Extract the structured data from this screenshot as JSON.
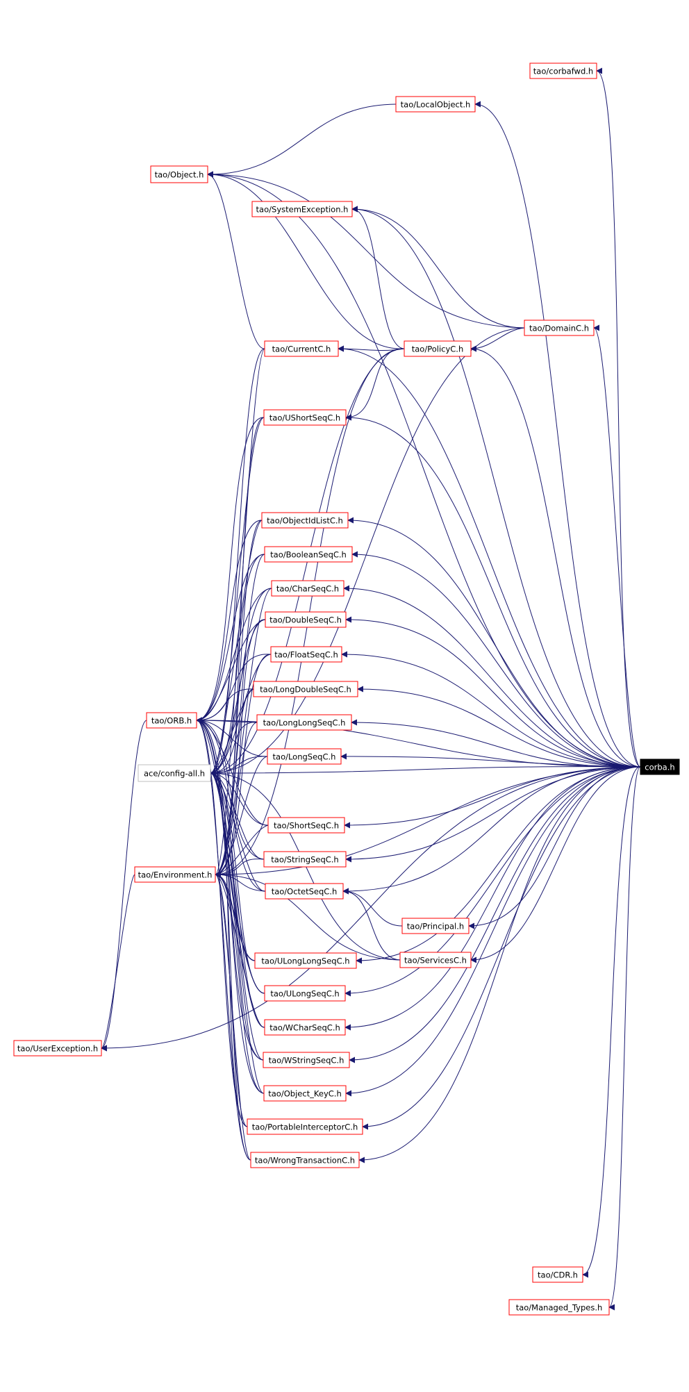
{
  "graph": {
    "root": "corba.h",
    "nodes": [
      {
        "id": "corbafwd",
        "label": "tao/corbafwd.h"
      },
      {
        "id": "localobj",
        "label": "tao/LocalObject.h"
      },
      {
        "id": "object",
        "label": "tao/Object.h"
      },
      {
        "id": "sysexc",
        "label": "tao/SystemException.h"
      },
      {
        "id": "domainc",
        "label": "tao/DomainC.h"
      },
      {
        "id": "currentc",
        "label": "tao/CurrentC.h"
      },
      {
        "id": "policyc",
        "label": "tao/PolicyC.h"
      },
      {
        "id": "ushort",
        "label": "tao/UShortSeqC.h"
      },
      {
        "id": "objidlist",
        "label": "tao/ObjectIdListC.h"
      },
      {
        "id": "boolean",
        "label": "tao/BooleanSeqC.h"
      },
      {
        "id": "char",
        "label": "tao/CharSeqC.h"
      },
      {
        "id": "double",
        "label": "tao/DoubleSeqC.h"
      },
      {
        "id": "float",
        "label": "tao/FloatSeqC.h"
      },
      {
        "id": "longdouble",
        "label": "tao/LongDoubleSeqC.h"
      },
      {
        "id": "orb",
        "label": "tao/ORB.h"
      },
      {
        "id": "longlong",
        "label": "tao/LongLongSeqC.h"
      },
      {
        "id": "long",
        "label": "tao/LongSeqC.h"
      },
      {
        "id": "config",
        "label": "ace/config-all.h"
      },
      {
        "id": "corba",
        "label": "corba.h"
      },
      {
        "id": "short",
        "label": "tao/ShortSeqC.h"
      },
      {
        "id": "string",
        "label": "tao/StringSeqC.h"
      },
      {
        "id": "env",
        "label": "tao/Environment.h"
      },
      {
        "id": "octet",
        "label": "tao/OctetSeqC.h"
      },
      {
        "id": "principal",
        "label": "tao/Principal.h"
      },
      {
        "id": "ulonglong",
        "label": "tao/ULongLongSeqC.h"
      },
      {
        "id": "services",
        "label": "tao/ServicesC.h"
      },
      {
        "id": "ulong",
        "label": "tao/ULongSeqC.h"
      },
      {
        "id": "wchar",
        "label": "tao/WCharSeqC.h"
      },
      {
        "id": "userexc",
        "label": "tao/UserException.h"
      },
      {
        "id": "wstring",
        "label": "tao/WStringSeqC.h"
      },
      {
        "id": "objkey",
        "label": "tao/Object_KeyC.h"
      },
      {
        "id": "portable",
        "label": "tao/PortableInterceptorC.h"
      },
      {
        "id": "wrongtx",
        "label": "tao/WrongTransactionC.h"
      },
      {
        "id": "cdr",
        "label": "tao/CDR.h"
      },
      {
        "id": "managed",
        "label": "tao/Managed_Types.h"
      }
    ],
    "edges": [
      [
        "corba",
        "corbafwd"
      ],
      [
        "corba",
        "localobj"
      ],
      [
        "corba",
        "object"
      ],
      [
        "corba",
        "sysexc"
      ],
      [
        "corba",
        "domainc"
      ],
      [
        "corba",
        "currentc"
      ],
      [
        "corba",
        "policyc"
      ],
      [
        "corba",
        "ushort"
      ],
      [
        "corba",
        "objidlist"
      ],
      [
        "corba",
        "boolean"
      ],
      [
        "corba",
        "char"
      ],
      [
        "corba",
        "double"
      ],
      [
        "corba",
        "float"
      ],
      [
        "corba",
        "longdouble"
      ],
      [
        "corba",
        "orb"
      ],
      [
        "corba",
        "longlong"
      ],
      [
        "corba",
        "long"
      ],
      [
        "corba",
        "config"
      ],
      [
        "corba",
        "short"
      ],
      [
        "corba",
        "string"
      ],
      [
        "corba",
        "env"
      ],
      [
        "corba",
        "octet"
      ],
      [
        "corba",
        "principal"
      ],
      [
        "corba",
        "ulonglong"
      ],
      [
        "corba",
        "services"
      ],
      [
        "corba",
        "ulong"
      ],
      [
        "corba",
        "wchar"
      ],
      [
        "corba",
        "userexc"
      ],
      [
        "corba",
        "wstring"
      ],
      [
        "corba",
        "objkey"
      ],
      [
        "corba",
        "portable"
      ],
      [
        "corba",
        "wrongtx"
      ],
      [
        "corba",
        "cdr"
      ],
      [
        "corba",
        "managed"
      ],
      [
        "localobj",
        "object"
      ],
      [
        "currentc",
        "object"
      ],
      [
        "policyc",
        "object"
      ],
      [
        "domainc",
        "object"
      ],
      [
        "policyc",
        "sysexc"
      ],
      [
        "domainc",
        "sysexc"
      ],
      [
        "domainc",
        "policyc"
      ],
      [
        "policyc",
        "currentc"
      ],
      [
        "policyc",
        "ushort"
      ],
      [
        "services",
        "octet"
      ],
      [
        "principal",
        "octet"
      ],
      [
        "orb",
        "userexc"
      ],
      [
        "env",
        "userexc"
      ],
      [
        "ushort",
        "orb"
      ],
      [
        "objidlist",
        "orb"
      ],
      [
        "boolean",
        "orb"
      ],
      [
        "char",
        "orb"
      ],
      [
        "double",
        "orb"
      ],
      [
        "float",
        "orb"
      ],
      [
        "longdouble",
        "orb"
      ],
      [
        "longlong",
        "orb"
      ],
      [
        "long",
        "orb"
      ],
      [
        "short",
        "orb"
      ],
      [
        "string",
        "orb"
      ],
      [
        "octet",
        "orb"
      ],
      [
        "ulonglong",
        "orb"
      ],
      [
        "ulong",
        "orb"
      ],
      [
        "wchar",
        "orb"
      ],
      [
        "wstring",
        "orb"
      ],
      [
        "objkey",
        "orb"
      ],
      [
        "portable",
        "orb"
      ],
      [
        "wrongtx",
        "orb"
      ],
      [
        "ushort",
        "config"
      ],
      [
        "objidlist",
        "config"
      ],
      [
        "boolean",
        "config"
      ],
      [
        "char",
        "config"
      ],
      [
        "double",
        "config"
      ],
      [
        "float",
        "config"
      ],
      [
        "longdouble",
        "config"
      ],
      [
        "longlong",
        "config"
      ],
      [
        "long",
        "config"
      ],
      [
        "short",
        "config"
      ],
      [
        "string",
        "config"
      ],
      [
        "octet",
        "config"
      ],
      [
        "ulonglong",
        "config"
      ],
      [
        "ulong",
        "config"
      ],
      [
        "wchar",
        "config"
      ],
      [
        "wstring",
        "config"
      ],
      [
        "objkey",
        "config"
      ],
      [
        "portable",
        "config"
      ],
      [
        "wrongtx",
        "config"
      ],
      [
        "currentc",
        "config"
      ],
      [
        "policyc",
        "config"
      ],
      [
        "domainc",
        "config"
      ],
      [
        "services",
        "config"
      ],
      [
        "ushort",
        "env"
      ],
      [
        "objidlist",
        "env"
      ],
      [
        "boolean",
        "env"
      ],
      [
        "char",
        "env"
      ],
      [
        "double",
        "env"
      ],
      [
        "float",
        "env"
      ],
      [
        "longdouble",
        "env"
      ],
      [
        "longlong",
        "env"
      ],
      [
        "long",
        "env"
      ],
      [
        "short",
        "env"
      ],
      [
        "string",
        "env"
      ],
      [
        "octet",
        "env"
      ],
      [
        "ulonglong",
        "env"
      ],
      [
        "ulong",
        "env"
      ],
      [
        "wchar",
        "env"
      ],
      [
        "wstring",
        "env"
      ],
      [
        "objkey",
        "env"
      ],
      [
        "portable",
        "env"
      ],
      [
        "wrongtx",
        "env"
      ],
      [
        "currentc",
        "env"
      ],
      [
        "policyc",
        "env"
      ],
      [
        "services",
        "env"
      ]
    ]
  }
}
